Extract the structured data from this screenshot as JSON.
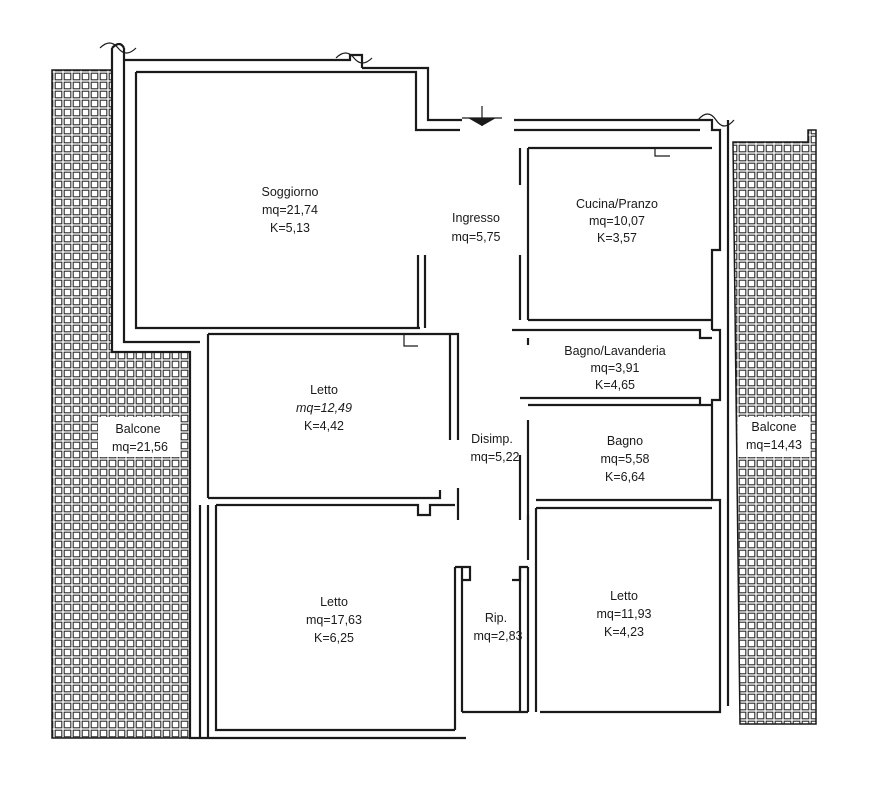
{
  "rooms": {
    "soggiorno": {
      "name": "Soggiorno",
      "area": "mq=21,74",
      "k": "K=5,13"
    },
    "ingresso": {
      "name": "Ingresso",
      "area": "mq=5,75"
    },
    "cucina": {
      "name": "Cucina/Pranzo",
      "area": "mq=10,07",
      "k": "K=3,57"
    },
    "lavanderia": {
      "name": "Bagno/Lavanderia",
      "area": "mq=3,91",
      "k": "K=4,65"
    },
    "letto1": {
      "name": "Letto",
      "area": "mq=12,49",
      "k": "K=4,42"
    },
    "disimpegno": {
      "name": "Disimp.",
      "area": "mq=5,22"
    },
    "bagno": {
      "name": "Bagno",
      "area": "mq=5,58",
      "k": "K=6,64"
    },
    "letto2": {
      "name": "Letto",
      "area": "mq=17,63",
      "k": "K=6,25"
    },
    "ripostiglio": {
      "name": "Rip.",
      "area": "mq=2,83"
    },
    "letto3": {
      "name": "Letto",
      "area": "mq=11,93",
      "k": "K=4,23"
    },
    "balcone_sx": {
      "name": "Balcone",
      "area": "mq=21,56"
    },
    "balcone_dx": {
      "name": "Balcone",
      "area": "mq=14,43"
    }
  }
}
